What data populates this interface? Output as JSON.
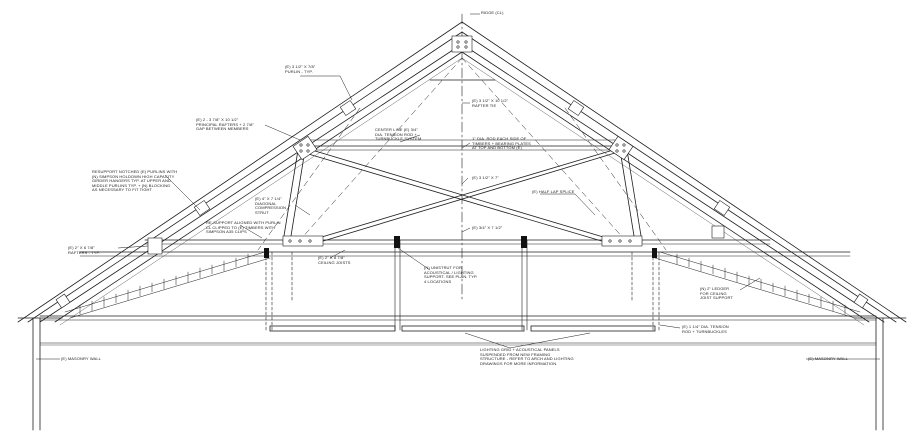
{
  "labels": {
    "ridge": "RIDGE (CL)",
    "purlin_typ": [
      "(E) 3 1/2\" X 7/8\"",
      "PURLIN - TYP."
    ],
    "principal_rafters": [
      "(E) 2 - 3 7/8\" X 10 1/2\"",
      "PRINCIPAL RAFTERS + 2 7/8\"",
      "GAP BETWEEN MEMBERS"
    ],
    "rafter_tie": [
      "(E) 3 1/2\" X 10 1/2\"",
      "RAFTER TIE"
    ],
    "tension_rod_center": [
      "CENTER LINE (E) 3/4\"",
      "DIA. TENSION ROD +",
      "TURNBUCKLE SYSTEM"
    ],
    "rod_each_side": [
      "1\" DIA. ROD EACH SIDE OF",
      "TIMBERS + BEARING PLATES",
      "AT TOP AND BOTTOM (E)"
    ],
    "resupport": [
      "RESUPPORT NOTCHED (E) PURLINS WITH",
      "(N) SIMPSON HOLDOWN HIGH CAPACITY",
      "GIRDER HANGERS TYP. AT UPPER AND",
      "MIDDLE PURLINS TYP. + (N) BLOCKING",
      "AS NECESSARY TO FIT TIGHT"
    ],
    "strut_small": "(E) 3 1/2\" X 7\"",
    "diagonal_strut": [
      "(E) 4\" X 7 1/4\"",
      "DIAGONAL",
      "COMPRESSION",
      "STRUT"
    ],
    "half_lap": "(E) HALF LAP SPLICE",
    "re_support_purlin": [
      "RE-SUPPORT ALIGNED WITH PURLIN",
      "CL CLIPPED TO (E) TIMBERS WITH",
      "SIMPSON A35 CLIPS"
    ],
    "member_e_left": "(E) 3/4\" X 7 1/2\"",
    "rafters_typ": [
      "(E) 2\" X 6 7/8\"",
      "RAFTERS - TYP."
    ],
    "ceiling_joists": [
      "(E) 2\" X 8 7/8\"",
      "CEILING JOISTS"
    ],
    "unistrut": [
      "(N) UNISTRUT FOR",
      "ACOUSTICAL / LIGHTING",
      "SUPPORT. SEE PLAN. TYP.",
      "4 LOCATIONS"
    ],
    "ledger": [
      "(N) 2\" LEDGER",
      "FOR CEILING",
      "JOIST SUPPORT"
    ],
    "tension_rod_bottom": [
      "(E) 1 1/4\" DIA. TENSION",
      "ROD + TURNBUCKLES"
    ],
    "masonry_left": "(E) MASONRY WALL",
    "masonry_right": "(E) MASONRY WALL",
    "lighting_grid": [
      "LIGHTING GRID + ACOUSTICAL PANELS",
      "SUSPENDED FROM NEW FRAMING",
      "STRUCTURE - REFER TO ARCH AND LIGHTING",
      "DRAWINGS FOR MORE INFORMATION."
    ]
  },
  "colors": {
    "line": "#1f1f1f",
    "light": "#8a8a8a",
    "paper": "#ffffff"
  }
}
